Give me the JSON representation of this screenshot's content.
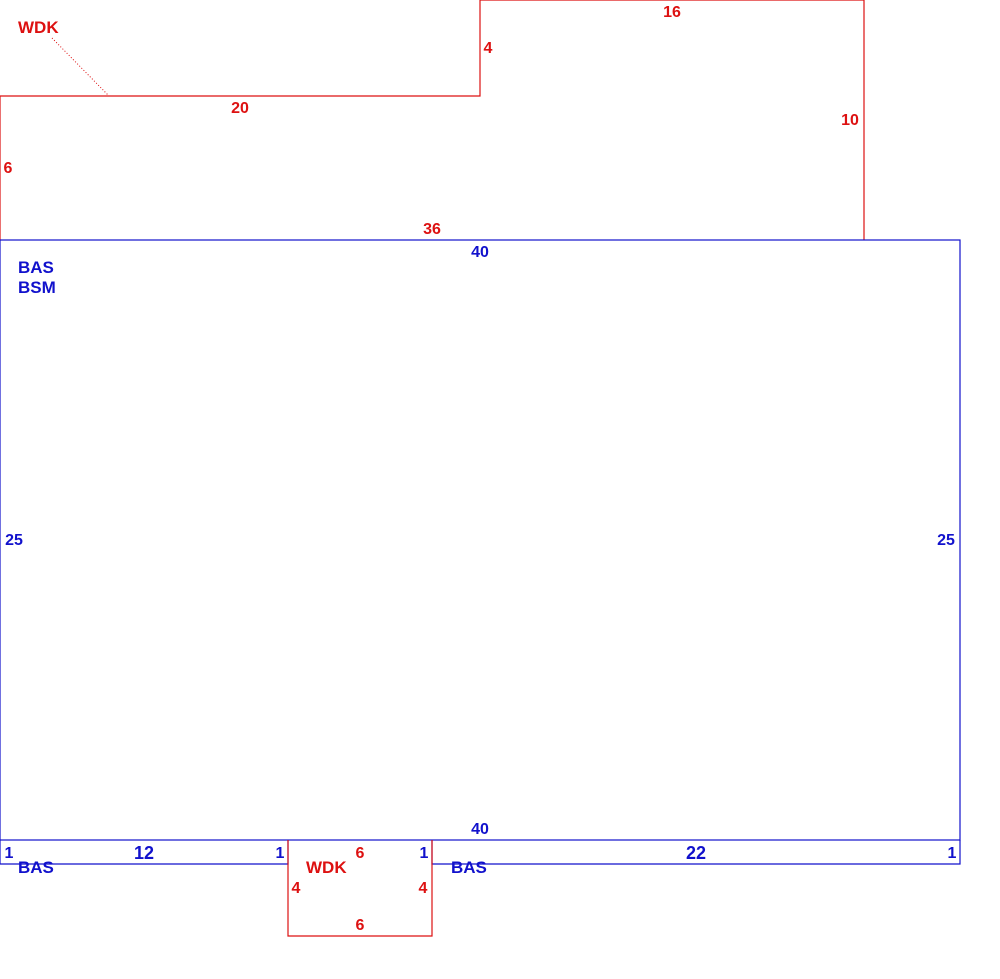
{
  "colors": {
    "wdk": "#dd1111",
    "bas": "#1111cc",
    "background": "#ffffff"
  },
  "wdk_top": {
    "label": "WDK",
    "dims": {
      "top_right": "16",
      "step_vertical": "4",
      "right": "10",
      "top_left": "20",
      "left": "6",
      "bottom": "36"
    }
  },
  "bas_main": {
    "label_1": "BAS",
    "label_2": "BSM",
    "dims": {
      "top": "40",
      "left": "25",
      "right": "25",
      "bottom": "40"
    }
  },
  "bas_strip_left": {
    "label": "BAS",
    "dims": {
      "left_end": "1",
      "length": "12",
      "right_end": "1"
    }
  },
  "bas_strip_right": {
    "label": "BAS",
    "dims": {
      "left_end": "1",
      "length": "22",
      "right_end": "1"
    }
  },
  "wdk_bottom": {
    "label": "WDK",
    "dims": {
      "top": "6",
      "left": "4",
      "right": "4",
      "bottom": "6"
    }
  }
}
